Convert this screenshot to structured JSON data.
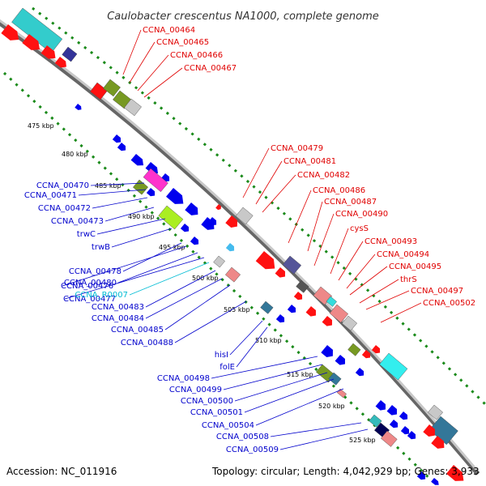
{
  "title": "Caulobacter crescentus NA1000, complete genome",
  "accession": "Accession: NC_011916",
  "topology": "Topology: circular; Length: 4,042,929 bp; Genes: 3,933",
  "colors": {
    "plus_strand_label": "#e00000",
    "minus_strand_label": "#0000cc",
    "rna_label": "#00bcd4",
    "backbone": "#999999",
    "dotted_track": "#1a8a1a"
  },
  "ticks": [
    "475 kbp",
    "480 kbp",
    "485 kbp",
    "490 kbp",
    "495 kbp",
    "500 kbp",
    "505 kbp",
    "510 kbp",
    "515 kbp",
    "520 kbp",
    "525 kbp"
  ],
  "labels_right": [
    "CCNA_00464",
    "CCNA_00465",
    "CCNA_00466",
    "CCNA_00467",
    "CCNA_00479",
    "CCNA_00481",
    "CCNA_00482",
    "CCNA_00486",
    "CCNA_00487",
    "CCNA_00490",
    "cysS",
    "CCNA_00493",
    "CCNA_00494",
    "CCNA_00495",
    "thrS",
    "CCNA_00497",
    "CCNA_00502"
  ],
  "labels_left": [
    "CCNA_00470",
    "CCNA_00471",
    "CCNA_00472",
    "CCNA_00473",
    "trwC",
    "trwB",
    "CCNA_00478",
    "CCNA_00476",
    "CCNA_00480",
    "CCNA_00477",
    "CCNA_R0007",
    "CCNA_00483",
    "CCNA_00484",
    "CCNA_00485",
    "CCNA_00488",
    "hisI",
    "folE",
    "CCNA_00498",
    "CCNA_00499",
    "CCNA_00500",
    "CCNA_00501",
    "CCNA_00504",
    "CCNA_00508",
    "CCNA_00509"
  ]
}
